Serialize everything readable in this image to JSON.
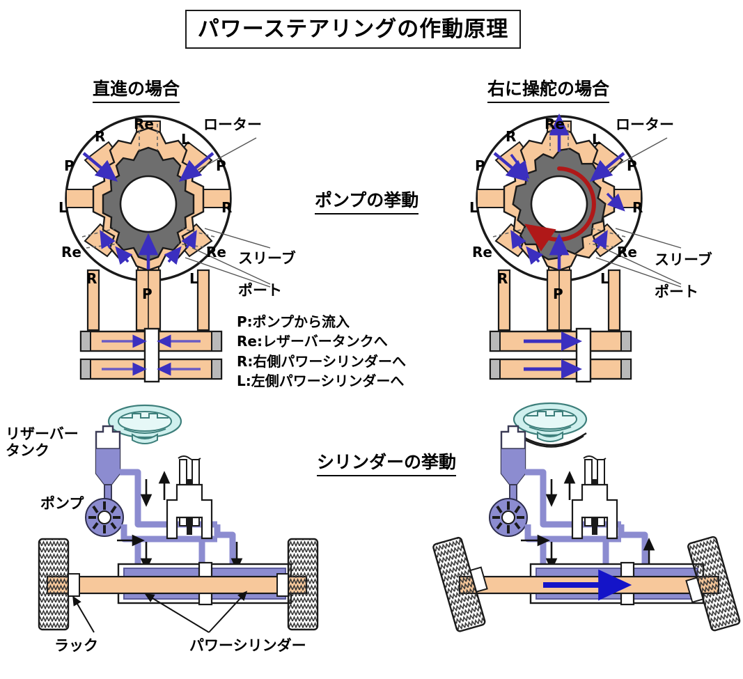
{
  "title": "パワーステアリングの作動原理",
  "sections": {
    "left_heading": "直進の場合",
    "right_heading": "右に操舵の場合",
    "pump_behavior": "ポンプの挙動",
    "cylinder_behavior": "シリンダーの挙動"
  },
  "pump_labels": {
    "re": "Re",
    "r": "R",
    "l": "L",
    "p": "P",
    "rotor": "ローター",
    "sleeve": "スリーブ",
    "port": "ポート"
  },
  "legend": {
    "p": "P:ポンプから流入",
    "re": "Re:レザーバータンクへ",
    "r": "R:右側パワーシリンダーへ",
    "l": "L:左側パワーシリンダーへ"
  },
  "assembly_labels": {
    "reservoir_line1": "リザーバー",
    "reservoir_line2": "タンク",
    "pump": "ポンプ",
    "rack": "ラック",
    "power_cylinder": "パワーシリンダー"
  },
  "colors": {
    "fluid_peach": "#F7C89B",
    "rotor_gray": "#6E6E6E",
    "arrow_blue": "#3B2FBF",
    "rotation_red": "#B01818",
    "fluid_purple": "#8C8CD0",
    "steering_cyan": "#CCF0EE",
    "outline": "#1A1A1A",
    "rack_peach": "#F7C89B"
  },
  "chart_data": {
    "type": "diagram",
    "title": "パワーステアリングの作動原理",
    "panels": [
      {
        "name": "pump-straight",
        "heading": "直進の場合",
        "subject": "ポンプの挙動",
        "port_labels": [
          "Re",
          "R",
          "L",
          "P",
          "P",
          "L",
          "R",
          "Re",
          "Re",
          "R",
          "L",
          "P"
        ],
        "rotor_rotating": false,
        "flow_note": "P inflow at bottom and both upper P ports; symmetric return"
      },
      {
        "name": "pump-right-turn",
        "heading": "右に操舵の場合",
        "subject": "ポンプの挙動",
        "port_labels": [
          "Re",
          "R",
          "L",
          "P",
          "P",
          "L",
          "R",
          "Re",
          "Re",
          "R",
          "L",
          "P"
        ],
        "rotor_rotating": true,
        "rotation_color": "#B01818",
        "flow_note": "Rotor displaced; flow routed to right power cylinder"
      },
      {
        "name": "cylinder-straight",
        "heading": "直進の場合",
        "subject": "シリンダーの挙動",
        "piston_position": "center",
        "rack_arrow": "none"
      },
      {
        "name": "cylinder-right-turn",
        "heading": "右に操舵の場合",
        "subject": "シリンダーの挙動",
        "piston_position": "right",
        "rack_arrow": "right",
        "wheels_steered": true
      }
    ]
  }
}
